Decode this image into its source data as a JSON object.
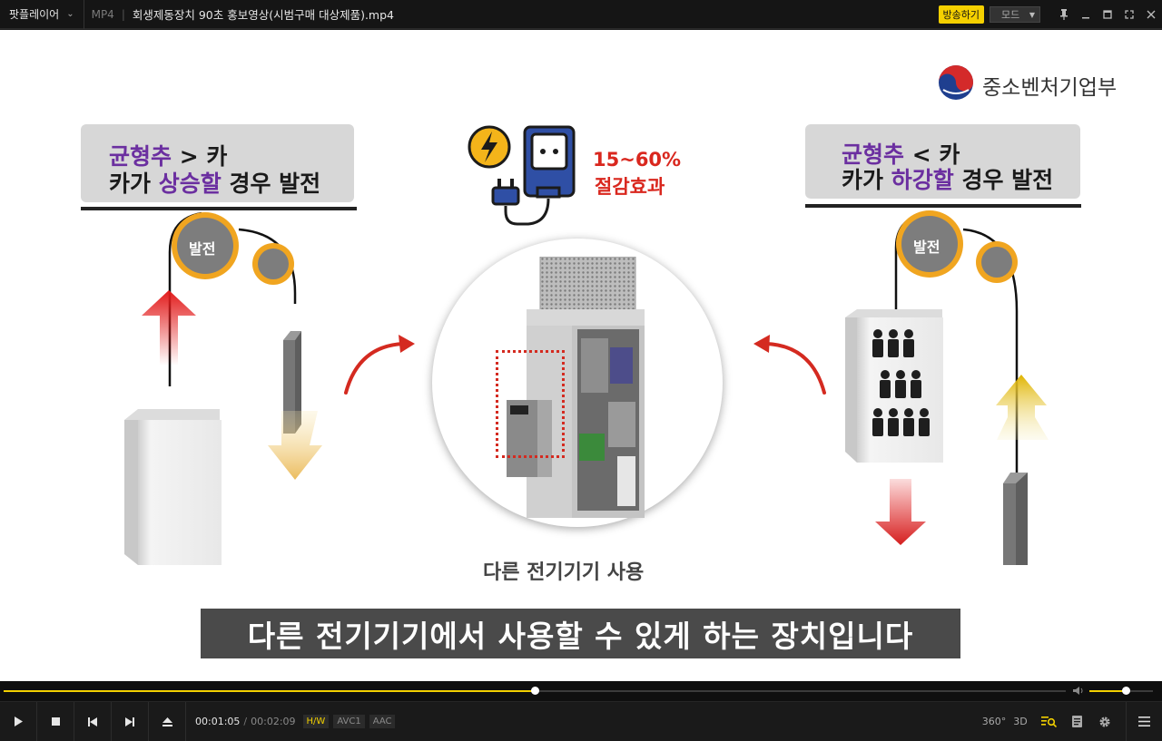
{
  "titlebar": {
    "app_name": "팟플레이어",
    "format": "MP4",
    "file_title": "회생제동장치 90초 홍보영상(시범구매 대상제품).mp4",
    "broadcast_label": "방송하기",
    "mode_label": "모드"
  },
  "video": {
    "ministry_name": "중소벤처기업부",
    "left_caption": {
      "line1_a": "균형추",
      "line1_b": " > 카",
      "line2_a": "카가 ",
      "line2_b": "상승할",
      "line2_c": " 경우 발전"
    },
    "right_caption": {
      "line1_a": "균형추",
      "line1_b": " < 카",
      "line2_a": "카가 ",
      "line2_b": "하강할",
      "line2_c": " 경우 발전"
    },
    "generate_label": "발전",
    "savings_percent": "15~60%",
    "savings_label": "절감효과",
    "center_caption": "다른 전기기기 사용",
    "subtitle": "다른 전기기기에서 사용할 수 있게 하는 장치입니다"
  },
  "player": {
    "current_time": "00:01:05",
    "duration": "00:02:09",
    "progress": 0.5,
    "volume": 0.57,
    "badges": {
      "hw": "H/W",
      "video_codec": "AVC1",
      "audio_codec": "AAC"
    },
    "btn_360": "360°",
    "btn_3d": "3D"
  },
  "colors": {
    "accent": "#f2d000",
    "purple_text": "#6b2fa0",
    "red_text": "#d9271e",
    "gold_ring": "#f0a520"
  }
}
